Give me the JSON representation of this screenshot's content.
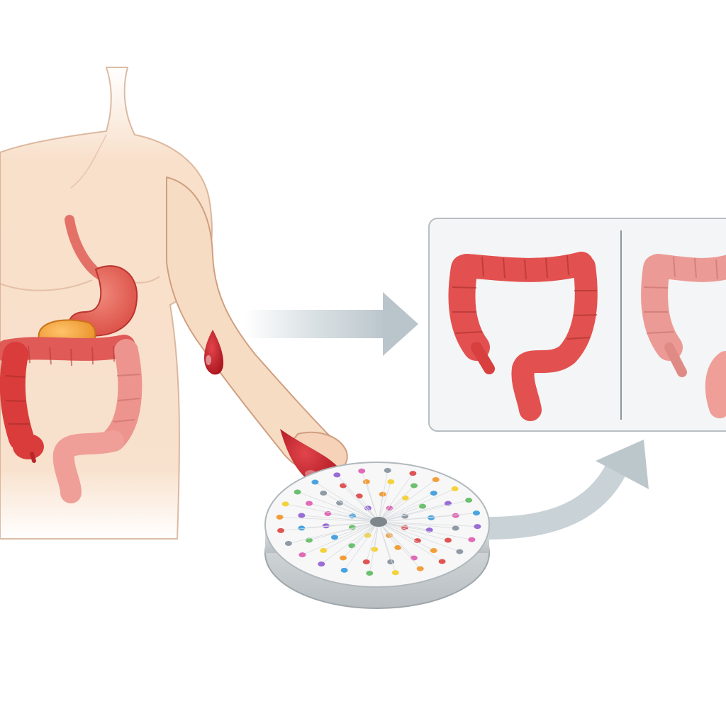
{
  "illustration": {
    "background_color": "#ffffff",
    "skin_color": "#f7dcc4",
    "skin_outline": "#cf9f80",
    "blood_color": "#c8242c",
    "stomach_color": "#e06a5e",
    "gallbladder_color": "#f2a03a",
    "colon_inflamed_color": "#e04a4a",
    "colon_healthy_color": "#ea8f8a",
    "arrow_color": "#cfd8dc",
    "panel_border_color": "#b8bec2",
    "panel_fill": "#f4f5f6",
    "disc_top": "#f7f7f7",
    "disc_side": "#d5d9dc",
    "marker_colors": [
      "#e05454",
      "#f29e3a",
      "#f4d23a",
      "#6cc070",
      "#4aa3df",
      "#9a6cd6",
      "#e06ab5",
      "#8f9aa5"
    ]
  },
  "figure": {
    "body_label": "body-with-digestive-tract",
    "blood_sample_label": "blood-drop",
    "assay_label": "assay-disc",
    "comparison_label": "colon-comparison-panel"
  }
}
